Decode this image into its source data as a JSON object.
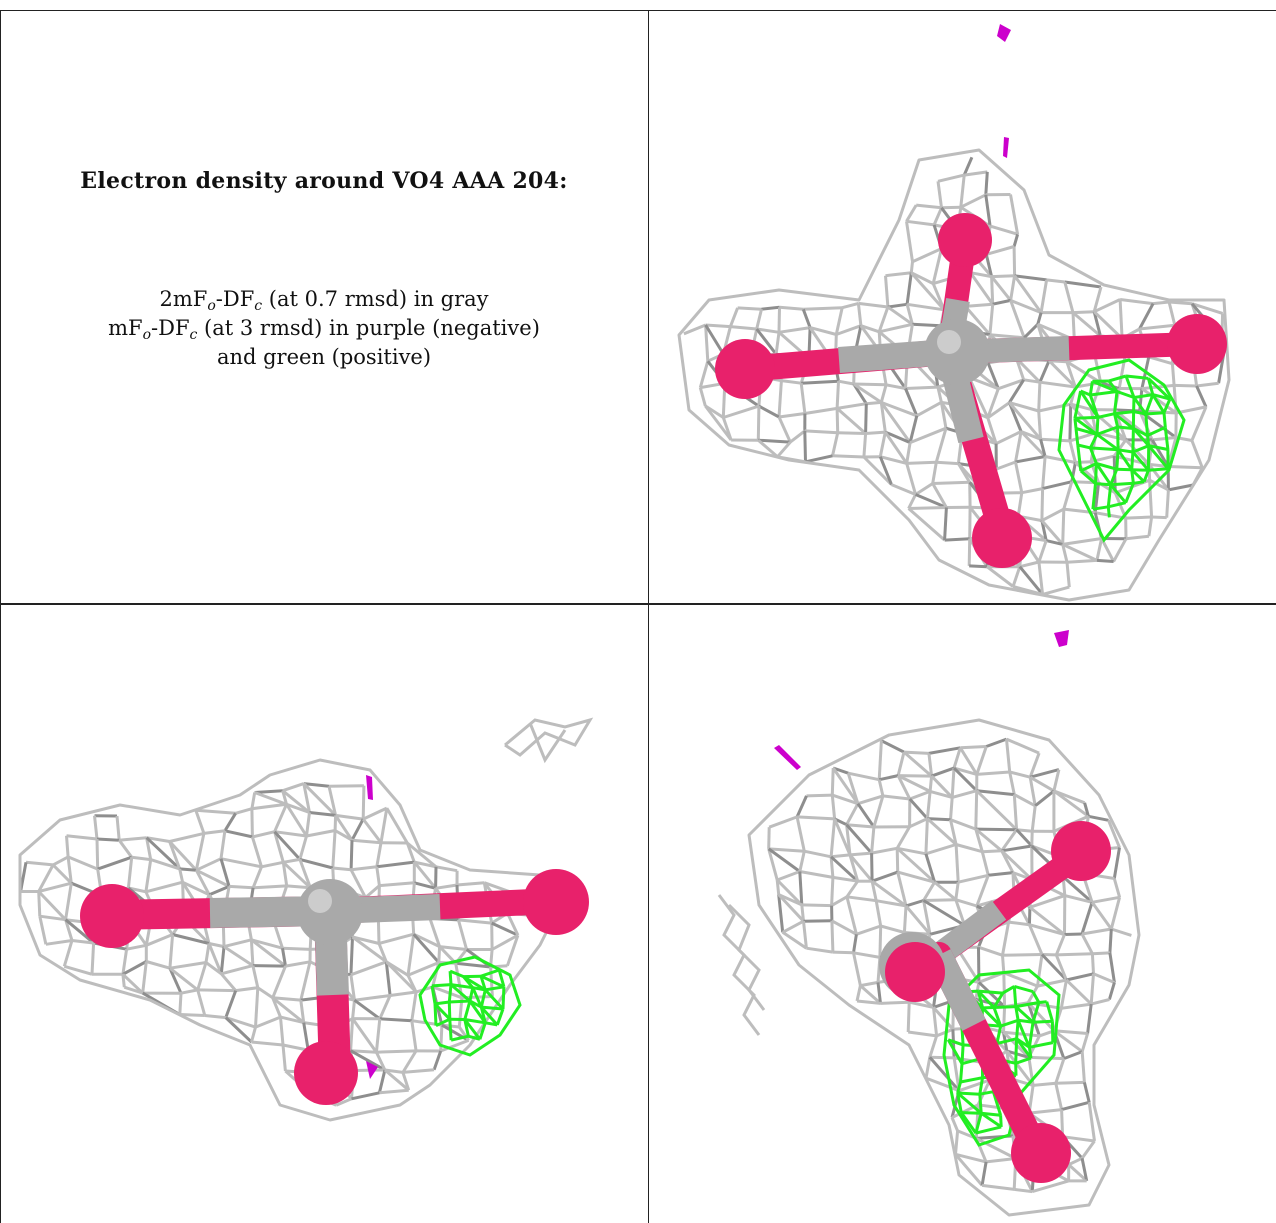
{
  "title": "Electron density around VO4 AAA 204:",
  "legend": {
    "line1": {
      "prefix": "2mF",
      "sub1": "o",
      "mid": "-DF",
      "sub2": "c",
      "suffix": " (at 0.7 rmsd) in gray"
    },
    "line2": {
      "prefix": "mF",
      "sub1": "o",
      "mid": "-DF",
      "sub2": "c",
      "suffix": " (at 3 rmsd) in purple (negative)"
    },
    "line3": "and green (positive)"
  },
  "colors": {
    "mesh_2fofc": "#bdbdbd",
    "mesh_2fofc_dark": "#8e8e8e",
    "negative_density": "#cc00cc",
    "positive_density": "#22ee22",
    "oxygen": "#e8216b",
    "vanadium": "#a9a9a9",
    "border": "#222222"
  },
  "panels": [
    "view-1",
    "view-2",
    "view-3"
  ]
}
